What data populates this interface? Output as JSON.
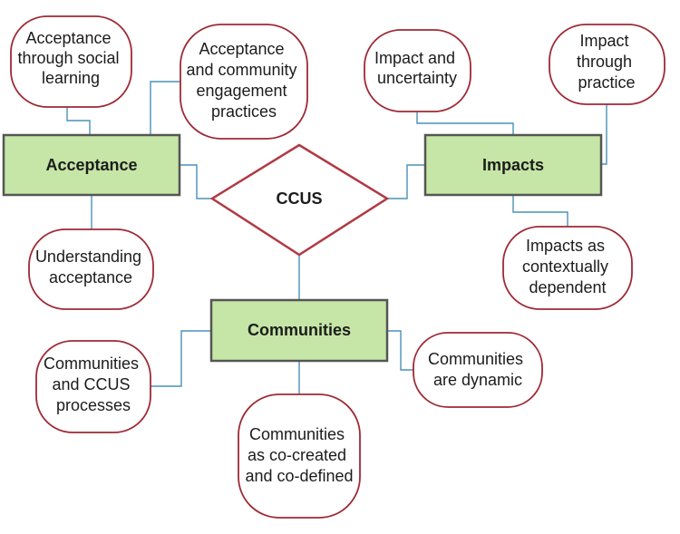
{
  "center": {
    "label": "CCUS"
  },
  "themes": {
    "acceptance": {
      "label": "Acceptance",
      "subthemes": [
        [
          "Acceptance",
          "through social",
          "learning"
        ],
        [
          "Acceptance",
          "and community",
          "engagement",
          "practices"
        ],
        [
          "Understanding",
          "acceptance"
        ]
      ]
    },
    "impacts": {
      "label": "Impacts",
      "subthemes": [
        [
          "Impact and",
          "uncertainty"
        ],
        [
          "Impact",
          "through",
          "practice"
        ],
        [
          "Impacts as",
          "contextually",
          "dependent"
        ]
      ]
    },
    "communities": {
      "label": "Communities",
      "subthemes": [
        [
          "Communities",
          "and CCUS",
          "processes"
        ],
        [
          "Communities",
          "as co-created",
          "and co-defined"
        ],
        [
          "Communities",
          "are dynamic"
        ]
      ]
    }
  },
  "colors": {
    "theme_fill": "#c5e6a6",
    "theme_border": "#555555",
    "subtheme_border": "#9e2a35",
    "center_border": "#b03a44",
    "connector": "#4a90b8"
  }
}
